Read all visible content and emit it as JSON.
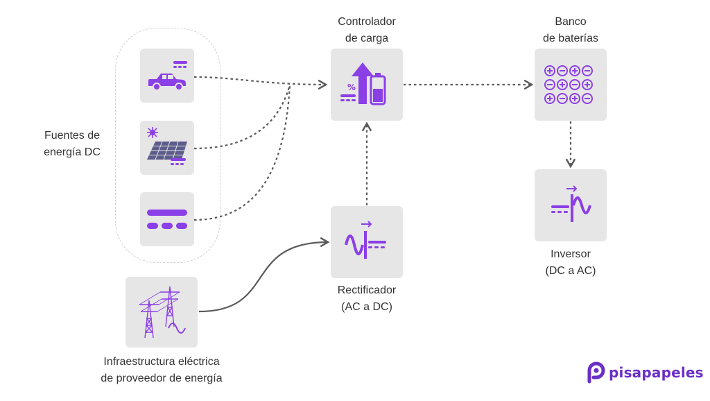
{
  "colors": {
    "accent": "#8b3fe6",
    "box": "#e6e6e6",
    "connector": "#5a5a5a"
  },
  "group_label": {
    "line1": "Fuentes de",
    "line2": "energía DC"
  },
  "nodes": {
    "controller": {
      "line1": "Controlador",
      "line2": "de carga",
      "icon": "charge-controller-icon"
    },
    "battery_bank": {
      "line1": "Banco",
      "line2": "de baterías",
      "icon": "battery-bank-icon"
    },
    "inverter": {
      "line1": "Inversor",
      "line2": "(DC a AC)",
      "icon": "inverter-icon"
    },
    "rectifier": {
      "line1": "Rectificador",
      "line2": "(AC a DC)",
      "icon": "rectifier-icon"
    },
    "grid": {
      "line1": "Infraestructura eléctrica",
      "line2": "de proveedor de energía",
      "icon": "power-tower-icon"
    },
    "vehicle": {
      "icon": "vehicle-dc-icon"
    },
    "solar": {
      "icon": "solar-panel-icon"
    },
    "dc_generic": {
      "icon": "dc-symbol-icon"
    }
  },
  "logo": {
    "text": "pisapapeles"
  }
}
